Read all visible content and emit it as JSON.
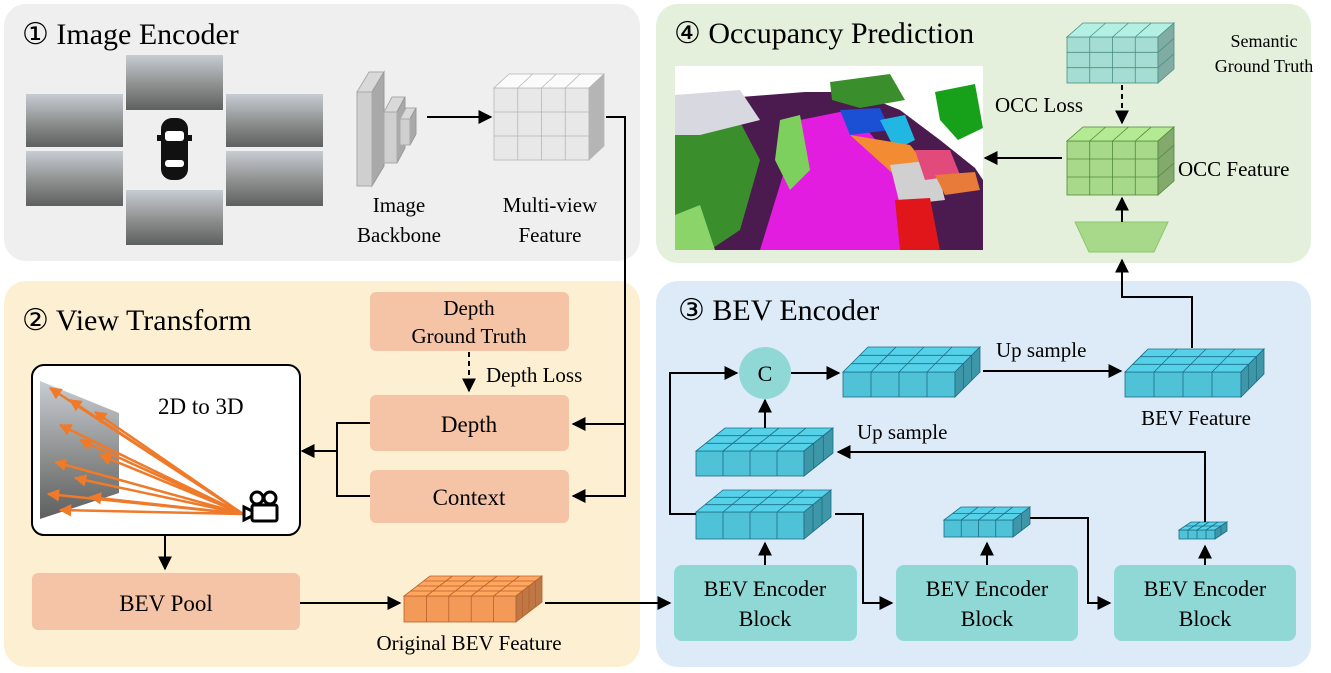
{
  "panels": {
    "image_encoder": {
      "title": "① Image Encoder",
      "backbone_label_1": "Image",
      "backbone_label_2": "Backbone",
      "feature_label_1": "Multi-view",
      "feature_label_2": "Feature"
    },
    "view_transform": {
      "title": "② View Transform",
      "depth_gt_1": "Depth",
      "depth_gt_2": "Ground Truth",
      "depth_loss": "Depth Loss",
      "depth": "Depth",
      "context": "Context",
      "lift": "2D to 3D",
      "bev_pool": "BEV Pool",
      "original_bev": "Original  BEV Feature"
    },
    "bev_encoder": {
      "title": "③ BEV Encoder",
      "concat": "C",
      "up_sample_top": "Up sample",
      "up_sample_mid": "Up sample",
      "bev_feature": "BEV Feature",
      "blocks": [
        {
          "line1": "BEV Encoder",
          "line2": "Block"
        },
        {
          "line1": "BEV Encoder",
          "line2": "Block"
        },
        {
          "line1": "BEV Encoder",
          "line2": "Block"
        }
      ]
    },
    "occupancy": {
      "title": "④ Occupancy Prediction",
      "semantic_gt_1": "Semantic",
      "semantic_gt_2": "Ground Truth",
      "occ_loss": "OCC Loss",
      "occ_feature": "OCC Feature"
    }
  },
  "colors": {
    "panel_gray": "#efefef",
    "panel_yellow": "#fdf0d2",
    "panel_blue": "#dcebf7",
    "panel_green": "#e4efdc",
    "salmon_box": "#f5c4a7",
    "teal_box": "#8fd8d6",
    "cyan_cube": "#4fc2d8",
    "orange_cube": "#f39a58",
    "green_cube": "#a8d98a",
    "mint_cube": "#a6ddd2",
    "gray_cube": "#e8e8e8"
  }
}
